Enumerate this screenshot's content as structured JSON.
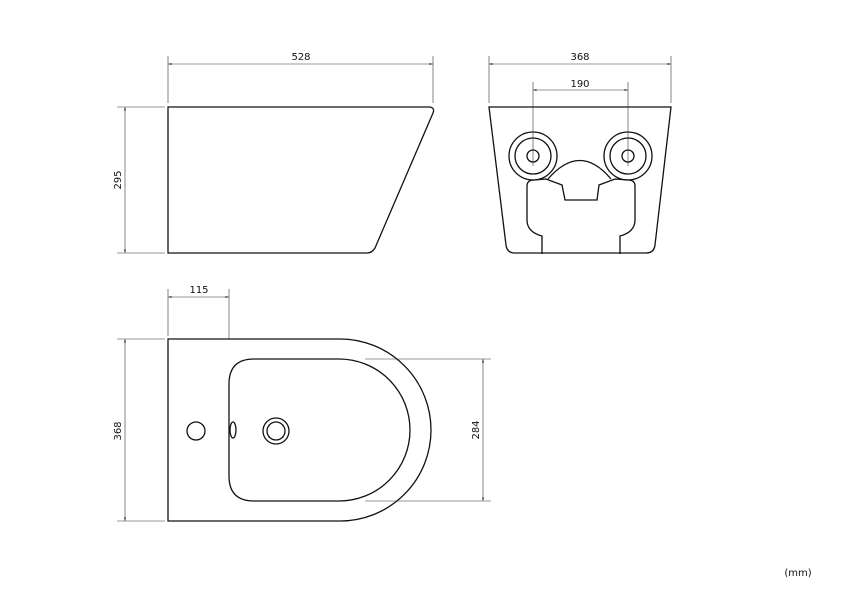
{
  "side_view": {
    "width_label": "528",
    "height_label": "295"
  },
  "rear_view": {
    "width_label": "368",
    "inlet_spacing_label": "190"
  },
  "top_view": {
    "offset_label": "115",
    "width_label": "368",
    "bowl_width_label": "284"
  },
  "units_label": "(mm)",
  "colors": {
    "line": "#111111",
    "dimension": "#333333"
  }
}
